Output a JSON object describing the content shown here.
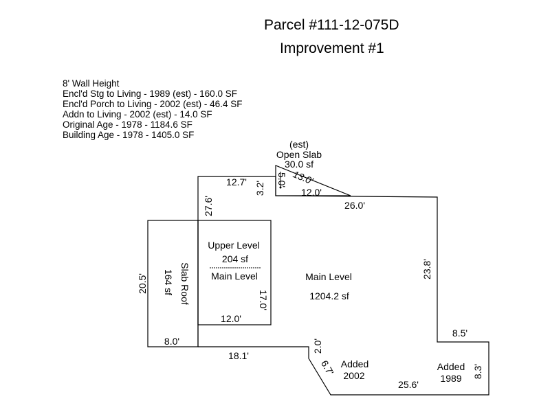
{
  "header": {
    "parcel": "Parcel #111-12-075D",
    "improvement": "Improvement #1"
  },
  "notes": [
    "8' Wall Height",
    "Encl'd Stg to Living - 1989 (est) - 160.0 SF",
    "Encl'd Porch to Living - 2002 (est) - 46.4 SF",
    "Addn to Living - 2002 (est) - 14.0 SF",
    "Original Age - 1978 - 1184.6 SF",
    "Building Age - 1978 - 1405.0 SF"
  ],
  "areas": {
    "open_slab": {
      "line1": "(est)",
      "line2": "Open Slab",
      "line3": "30.0 sf"
    },
    "upper_level": {
      "line1": "Upper Level",
      "line2": "204 sf",
      "line3": "Main Level"
    },
    "main_level": {
      "line1": "Main Level",
      "line2": "1204.2 sf"
    },
    "slab_roof": {
      "line1": "Slab Roof",
      "line2": "164 sf"
    },
    "added_2002": {
      "line1": "Added",
      "line2": "2002"
    },
    "added_1989": {
      "line1": "Added",
      "line2": "1989"
    }
  },
  "dimensions": {
    "d12_7": "12.7'",
    "d3_2": "3.2'",
    "d27_6": "27.6'",
    "d5_0": "5.0'",
    "d13_0": "13.0'",
    "d12_0_top": "12.0'",
    "d26_0": "26.0'",
    "d23_8": "23.8'",
    "d20_5": "20.5'",
    "d17_0": "17.0'",
    "d12_0_bottom": "12.0'",
    "d8_0": "8.0'",
    "d18_1": "18.1'",
    "d2_0": "2.0'",
    "d6_7": "6.7'",
    "d25_6": "25.6'",
    "d8_5": "8.5'",
    "d8_3": "8.3'"
  }
}
